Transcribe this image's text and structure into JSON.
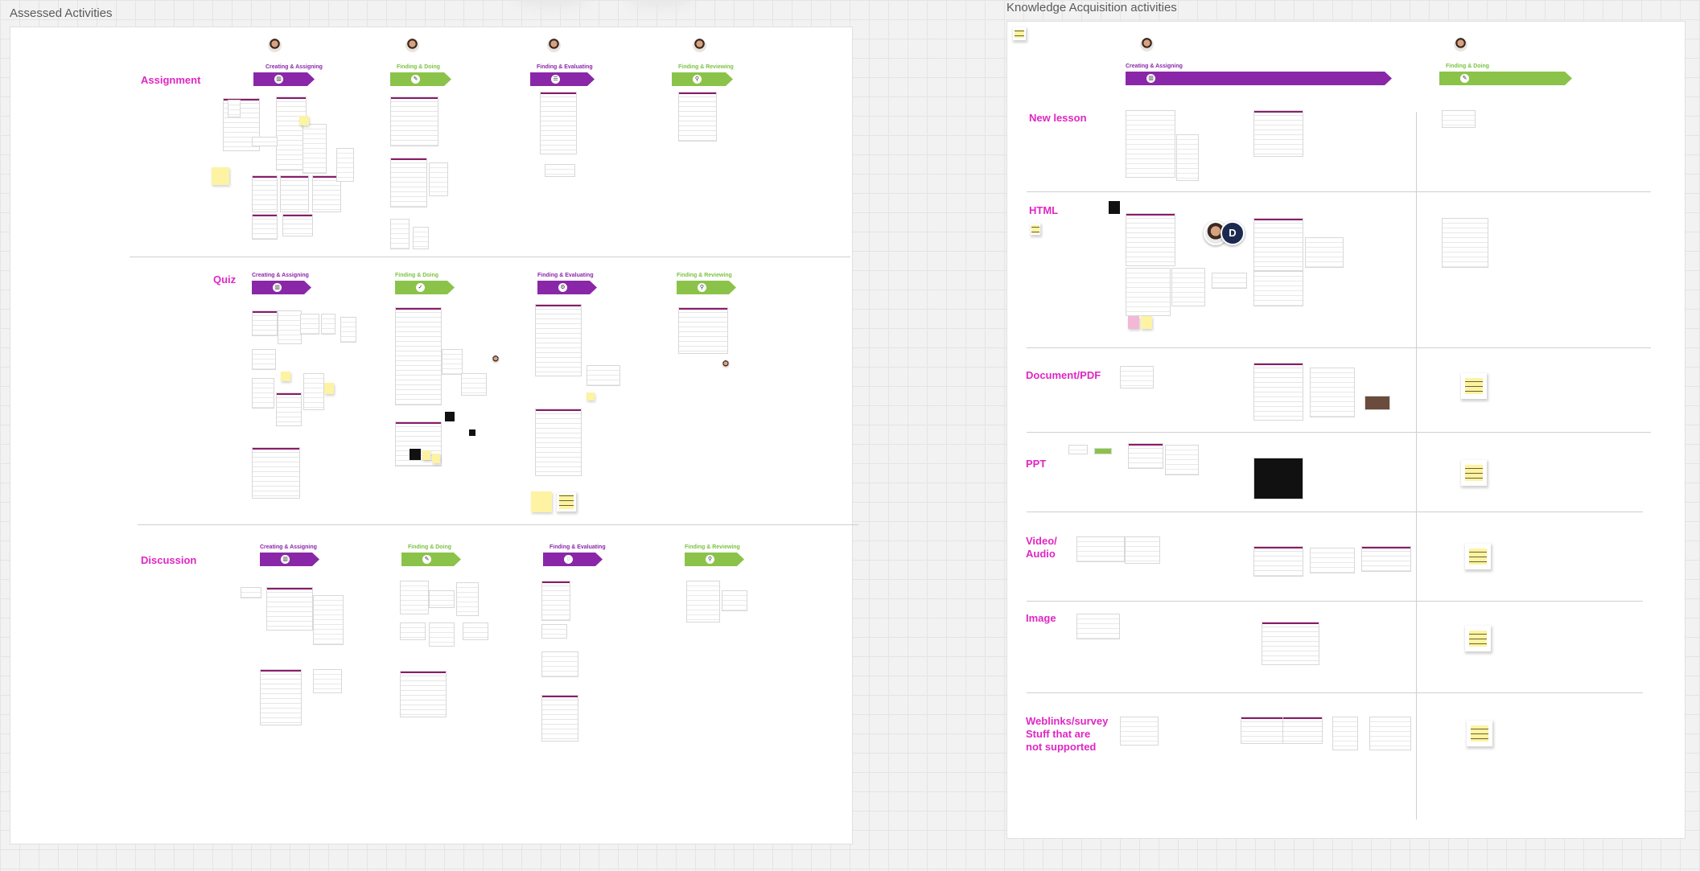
{
  "frames": {
    "assessed": {
      "title": "Assessed Activities",
      "rows": [
        {
          "label": "Assignment"
        },
        {
          "label": "Quiz"
        },
        {
          "label": "Discussion"
        }
      ]
    },
    "knowledge": {
      "title": "Knowledge Acquisition activities",
      "rows": [
        {
          "label": "New lesson"
        },
        {
          "label": "HTML"
        },
        {
          "label": "Document/PDF"
        },
        {
          "label": "PPT"
        },
        {
          "label": "Video/\nAudio"
        },
        {
          "label": "Image"
        },
        {
          "label": "Weblinks/survey\nStuff that are\nnot supported"
        }
      ]
    }
  },
  "stages": {
    "creating": "Creating & Assigning",
    "finding_doing": "Finding & Doing",
    "finding_evaluating": "Finding & Evaluating",
    "finding_reviewing": "Finding & Reviewing"
  },
  "collaborator": {
    "initial": "D"
  },
  "colors": {
    "purple": "#8a27a8",
    "green": "#8bc34a",
    "pink_label": "#e026c4",
    "sticky": "#fdf3a3"
  }
}
